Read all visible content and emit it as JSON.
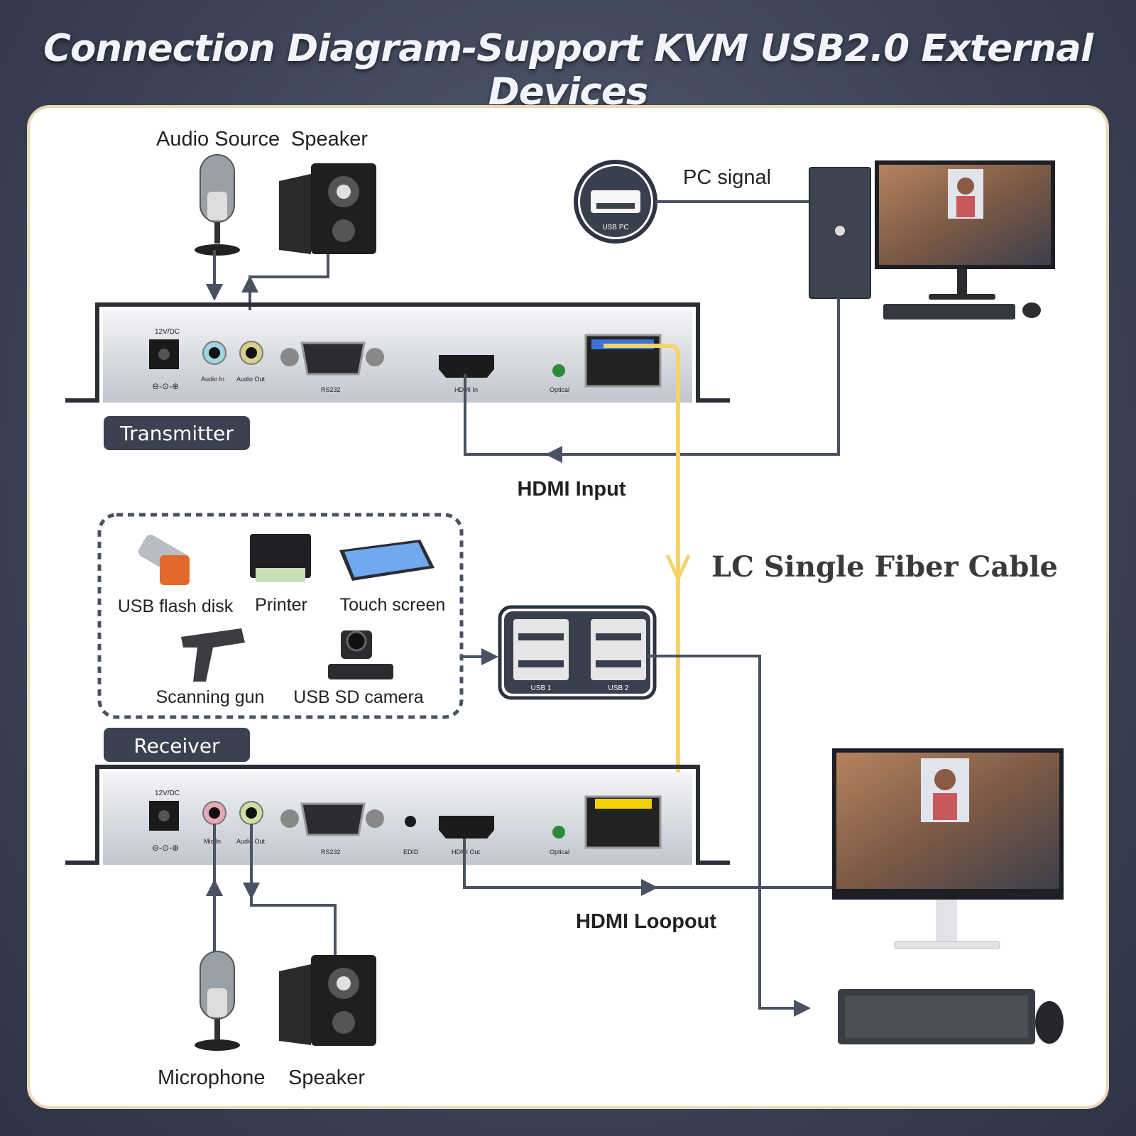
{
  "title": "Connection Diagram-Support KVM USB2.0 External Devices",
  "transmitter": {
    "tag": "Transmitter",
    "ports": {
      "power": "12V/DC",
      "audio_in": "Audio In",
      "audio_out": "Audio Out",
      "rs232": "RS232",
      "hdmi_in": "HDMI In",
      "optical": "Optical"
    }
  },
  "receiver": {
    "tag": "Receiver",
    "ports": {
      "power": "12V/DC",
      "mic_in": "Mic In",
      "audio_out": "Audio Out",
      "rs232": "RS232",
      "edid": "EDID",
      "hdmi_out": "HDMI Out",
      "optical": "Optical",
      "usb1": "USB 1",
      "usb2": "USB 2"
    }
  },
  "top_devices": {
    "audio_source": "Audio Source",
    "speaker": "Speaker"
  },
  "pc": {
    "signal": "PC signal",
    "usb_port": "USB PC"
  },
  "links": {
    "hdmi_input": "HDMI Input",
    "fiber": "LC Single Fiber Cable",
    "hdmi_loopout": "HDMI Loopout"
  },
  "usb_devices": [
    "USB flash disk",
    "Printer",
    "Touch screen",
    "Scanning gun",
    "USB SD camera"
  ],
  "bottom_devices": {
    "microphone": "Microphone",
    "speaker": "Speaker"
  },
  "colors": {
    "cable": "#4a5262",
    "fiber": "#f4d36a",
    "tag": "#3b4150",
    "title": "#f3f4fa"
  }
}
